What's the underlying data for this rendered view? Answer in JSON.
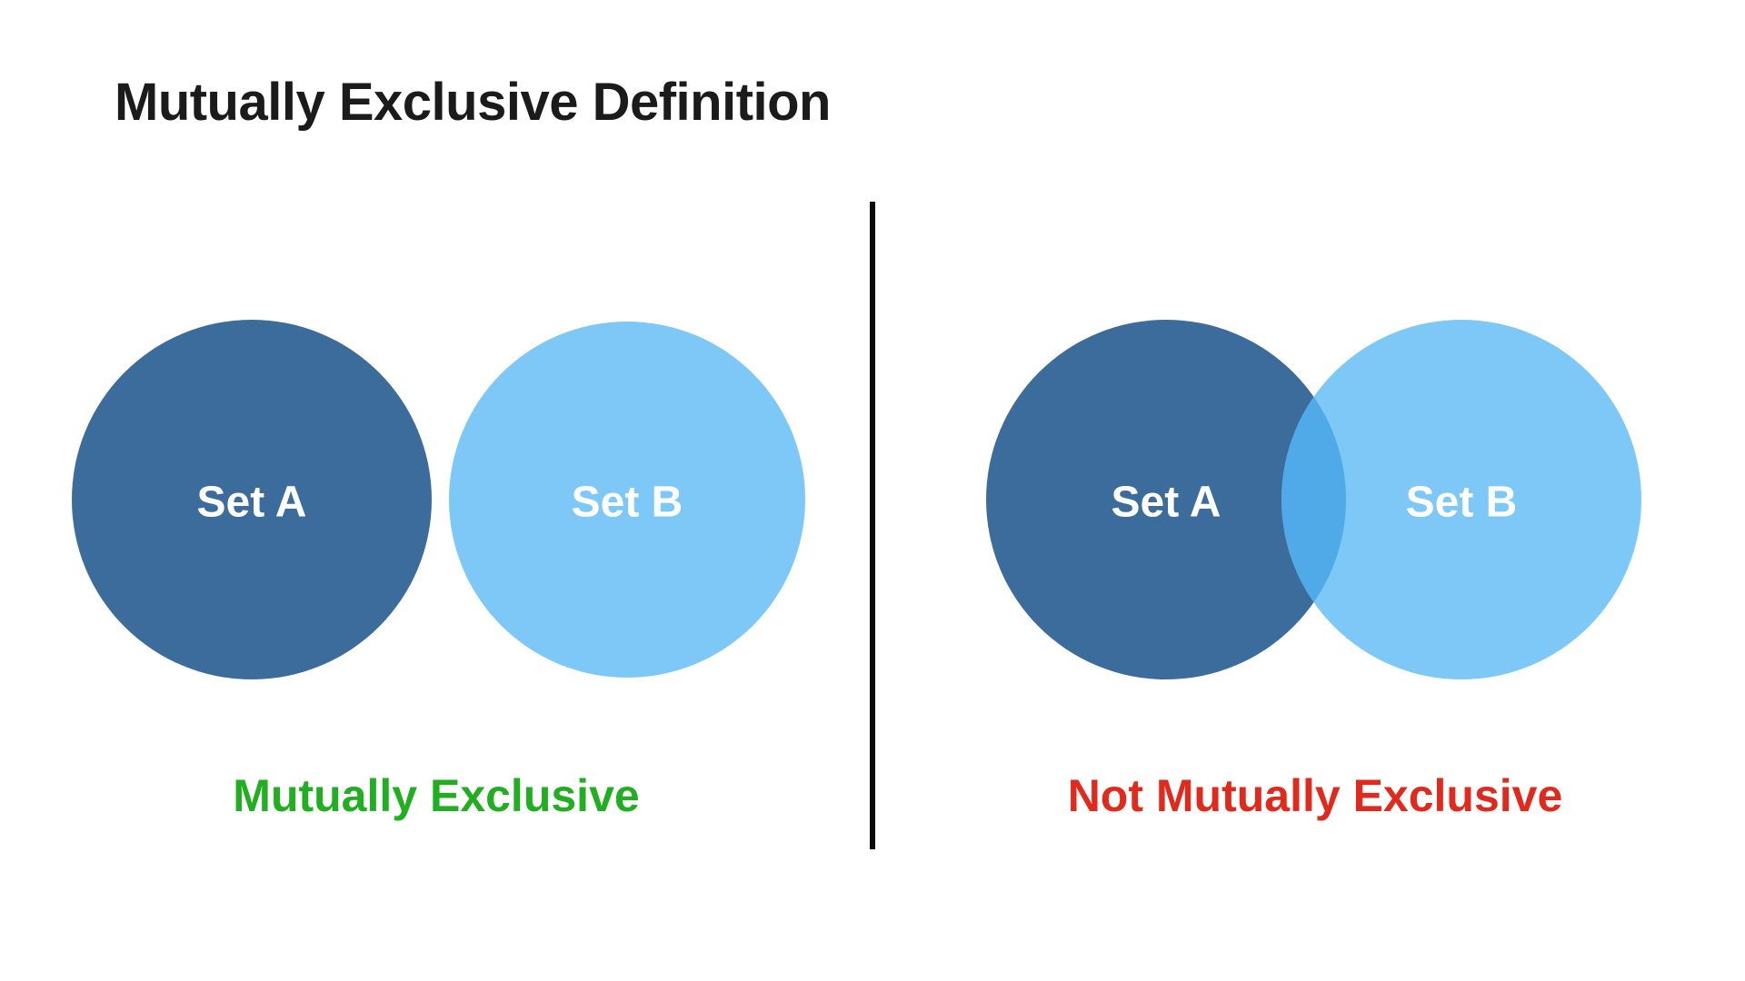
{
  "title": {
    "text": "Mutually Exclusive Definition",
    "color": "#1b1b1b"
  },
  "colors": {
    "background": "#ffffff",
    "set_a_fill": "#3C6C9B",
    "set_b_fill": "#7DC8F7",
    "overlap_fill": "#50AAE8",
    "divider": "#0a0a0a",
    "set_label_text": "#ffffff"
  },
  "left_panel": {
    "set_a_label": "Set A",
    "set_b_label": "Set B",
    "caption": {
      "text": "Mutually Exclusive",
      "color": "#21AE21"
    }
  },
  "right_panel": {
    "set_a_label": "Set A",
    "set_b_label": "Set B",
    "caption": {
      "text": "Not Mutually Exclusive",
      "color": "#E02A1D"
    }
  }
}
